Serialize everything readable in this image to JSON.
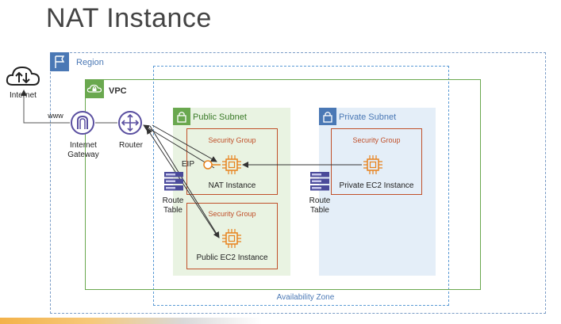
{
  "title": "NAT Instance",
  "region_label": "Region",
  "vpc_label": "VPC",
  "availability_zone_label": "Availability Zone",
  "public_subnet_label": "Public Subnet",
  "private_subnet_label": "Private Subnet",
  "internet_label": "Internet",
  "www_label": "www",
  "internet_gateway_label": "Internet Gateway",
  "router_label": "Router",
  "eip_label": "EIP",
  "route_table_label": "Route Table",
  "nat_sg_label": "Security Group",
  "nat_instance_label": "NAT Instance",
  "pub_ec2_sg_label": "Security Group",
  "pub_ec2_label": "Public EC2 Instance",
  "priv_sg_label": "Security Group",
  "priv_ec2_label": "Private EC2 Instance",
  "colors": {
    "region": "#4a78b5",
    "vpc": "#6aa84f",
    "security_group": "#c0502a",
    "gateway": "#5a4fa0",
    "public_subnet_bg": "#e9f3e2",
    "private_subnet_bg": "#e4eef8"
  },
  "icons": [
    "cloud-icon",
    "flag-icon",
    "vpc-cloud-lock-icon",
    "lock-icon",
    "internet-gateway-icon",
    "router-icon",
    "chip-icon",
    "route-table-icon"
  ]
}
